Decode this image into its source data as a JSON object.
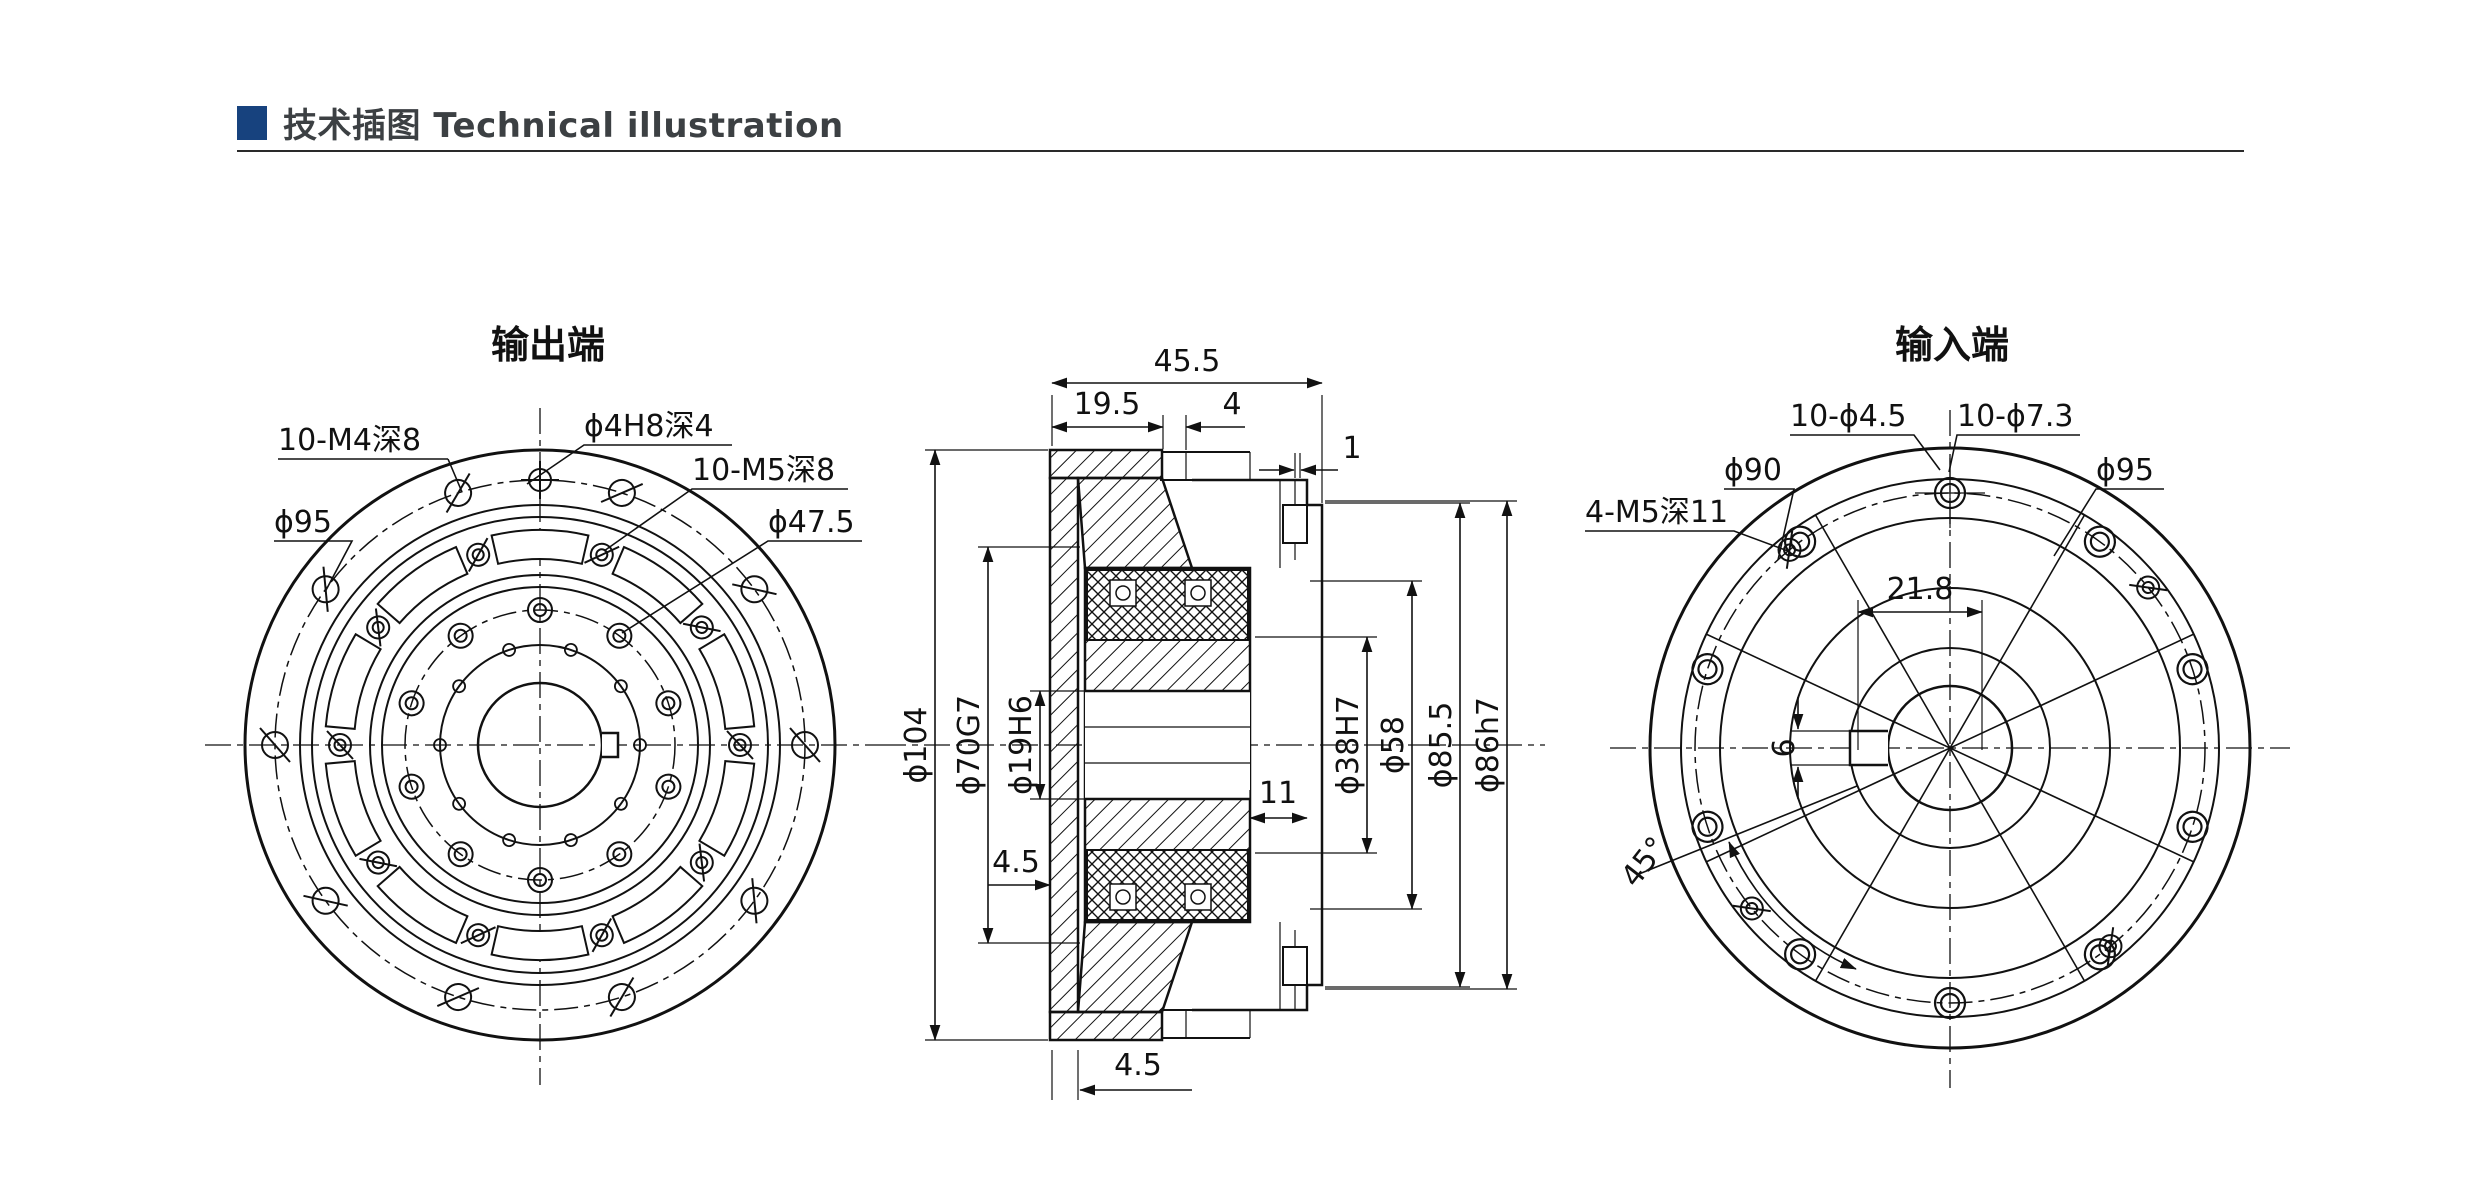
{
  "header": {
    "title": "技术插图 Technical illustration",
    "accent_color": "#17427e"
  },
  "output_view": {
    "title": "输出端",
    "label_bolt_outer": "10-M4深8",
    "label_pin_hole": "ϕ4H8深4",
    "label_bolt_inner": "10-M5深8",
    "label_bolt_circle": "ϕ95",
    "label_inner_circle": "ϕ47.5"
  },
  "section_view": {
    "dim_total_width": "45.5",
    "dim_flange_width": "19.5",
    "dim_step": "4",
    "dim_lip": "1",
    "dim_flange_od": "ϕ104",
    "dim_spigot": "ϕ70G7",
    "dim_shaft_bore": "ϕ19H6",
    "dim_bore_38": "ϕ38H7",
    "dim_dia_58": "ϕ58",
    "dim_dia_85_5": "ϕ85.5",
    "dim_housing_od": "ϕ86h7",
    "dim_11": "11",
    "dim_4_5_left": "4.5",
    "dim_4_5_bottom": "4.5"
  },
  "input_view": {
    "title": "输入端",
    "label_holes_small": "10-ϕ4.5",
    "label_holes_large": "10-ϕ7.3",
    "label_bolt_circle": "ϕ90",
    "label_bolt_threaded": "4-M5深11",
    "label_od": "ϕ95",
    "dim_keyway_span": "21.8",
    "dim_keyway_width": "6",
    "dim_angle": "45°"
  }
}
